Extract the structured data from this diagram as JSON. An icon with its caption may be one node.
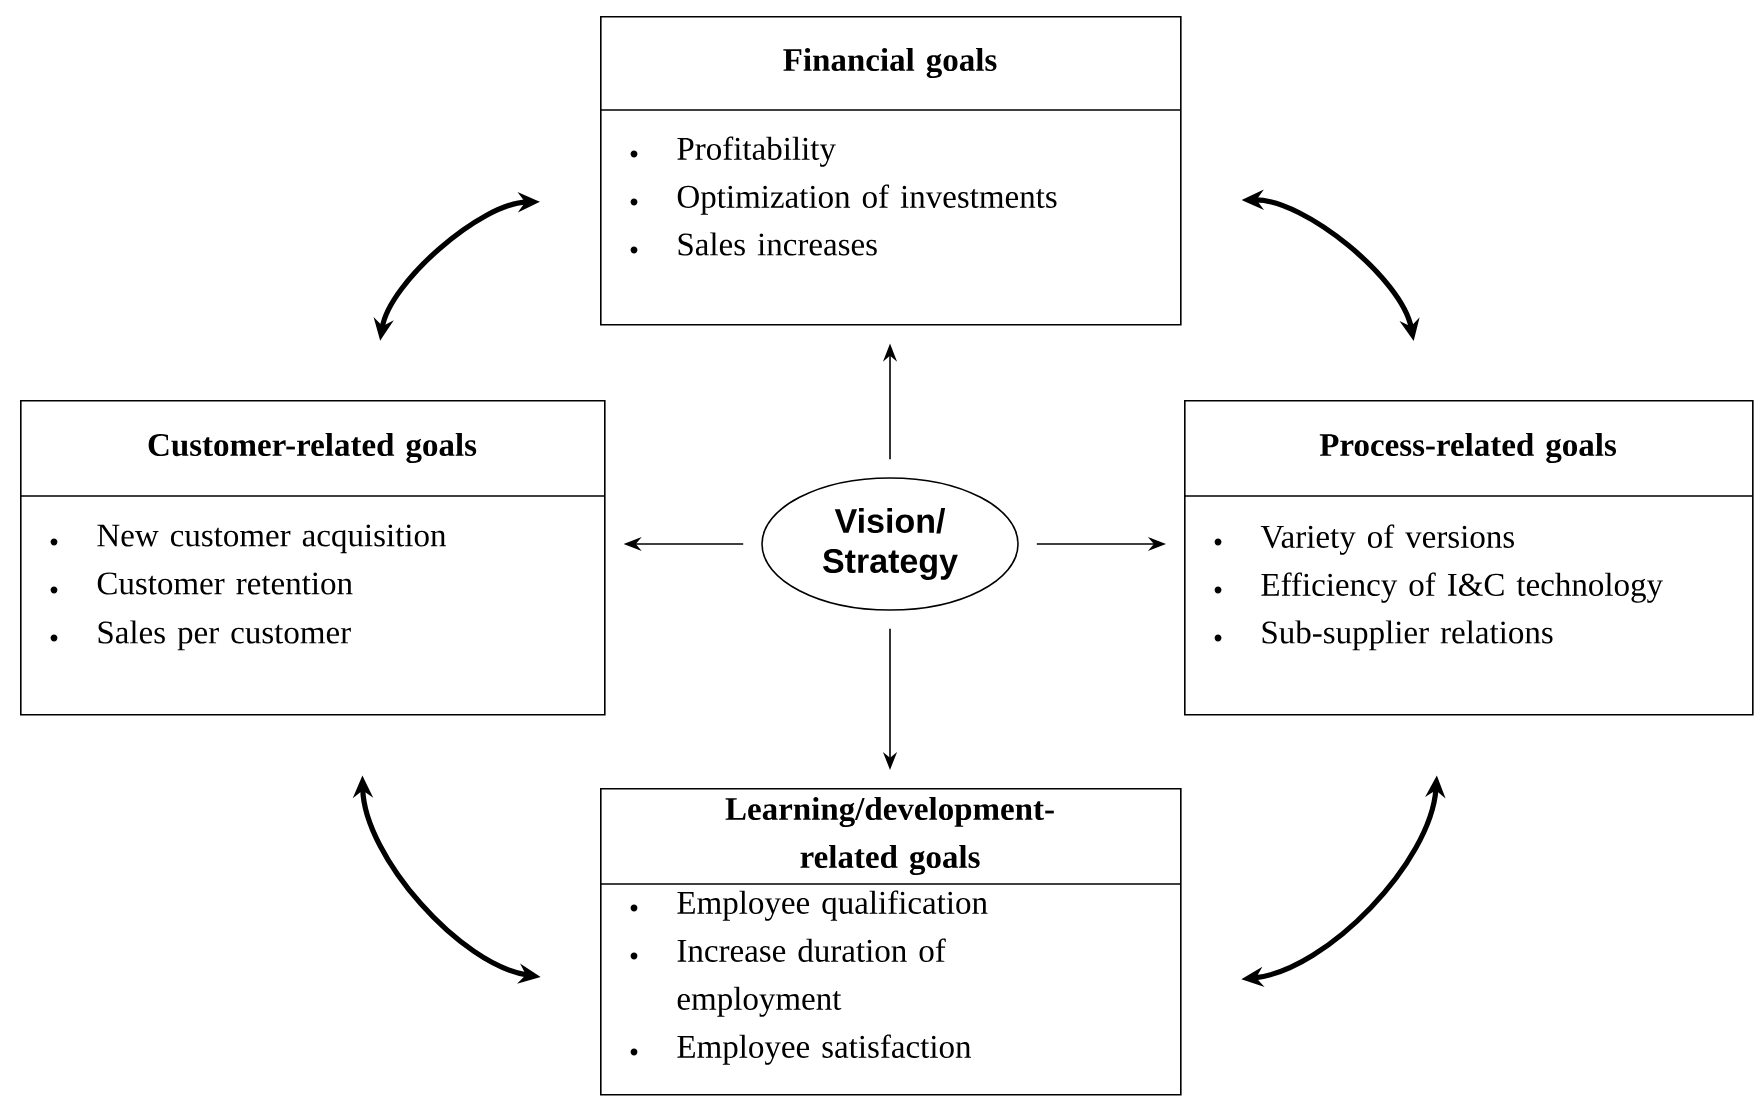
{
  "diagram": {
    "nodes": [
      {
        "text": [
          "Financial goals",
          "Profitability",
          "Optimization of investments",
          "Sales increases"
        ]
      },
      {
        "text": [
          "Customer-related goals",
          "New customer acquisition",
          "Customer retention",
          "Sales per customer"
        ]
      },
      {
        "text": [
          "Vision/ Strategy"
        ]
      },
      {
        "text": [
          "Process-related goals",
          "Variety of versions",
          "Efficiency of I&C technology",
          "Sub-supplier relations"
        ]
      },
      {
        "text": [
          "Learning/development-related goals",
          "Employee qualification",
          "Increase duration of employment",
          "Employee satisfaction"
        ]
      }
    ],
    "edges": [
      {
        "from": 2,
        "to": 0,
        "arrow": "to"
      },
      {
        "from": 2,
        "to": 1,
        "arrow": "to"
      },
      {
        "from": 2,
        "to": 3,
        "arrow": "to"
      },
      {
        "from": 2,
        "to": 4,
        "arrow": "to"
      },
      {
        "from": 1,
        "to": 0,
        "arrow": "both",
        "style": "thick"
      },
      {
        "from": 0,
        "to": 3,
        "arrow": "both",
        "style": "thick"
      },
      {
        "from": 3,
        "to": 4,
        "arrow": "both",
        "style": "thick"
      },
      {
        "from": 4,
        "to": 1,
        "arrow": "both",
        "style": "thick"
      }
    ]
  }
}
